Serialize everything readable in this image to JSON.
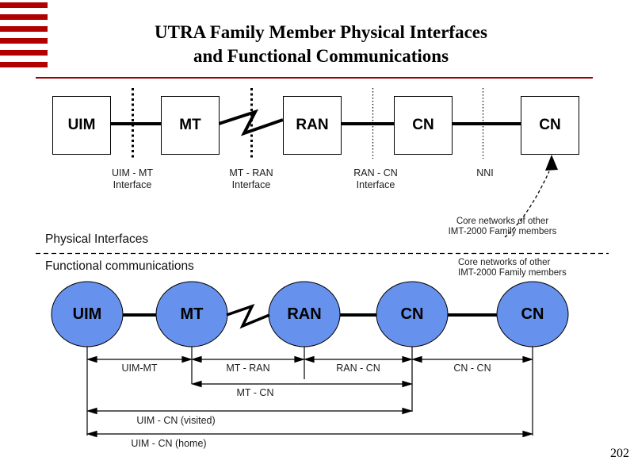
{
  "title": {
    "line1": "UTRA Family Member Physical Interfaces",
    "line2": "and Functional Communications"
  },
  "page_number": "202",
  "colors": {
    "stripe_red": "#b00000",
    "rule_red": "#990000",
    "node_blue": "#6691ec"
  },
  "top_row": {
    "nodes": [
      {
        "label": "UIM"
      },
      {
        "label": "MT"
      },
      {
        "label": "RAN"
      },
      {
        "label": "CN"
      },
      {
        "label": "CN"
      }
    ],
    "interfaces": [
      {
        "line1": "UIM - MT",
        "line2": "Interface"
      },
      {
        "line1": "MT - RAN",
        "line2": "Interface"
      },
      {
        "line1": "RAN - CN",
        "line2": "Interface"
      },
      {
        "line1": "NNI",
        "line2": ""
      }
    ],
    "annotation": {
      "line1": "Core networks of other",
      "line2": "IMT-2000 Family members"
    }
  },
  "sections": {
    "physical_label": "Physical Interfaces",
    "functional_label": "Functional communications",
    "annotation": {
      "line1": "Core networks of other",
      "line2": "IMT-2000 Family members"
    }
  },
  "bottom_row": {
    "nodes": [
      {
        "label": "UIM"
      },
      {
        "label": "MT"
      },
      {
        "label": "RAN"
      },
      {
        "label": "CN"
      },
      {
        "label": "CN"
      }
    ],
    "spans": [
      {
        "label": "UIM-MT"
      },
      {
        "label": "MT - RAN"
      },
      {
        "label": "RAN - CN"
      },
      {
        "label": "CN - CN"
      },
      {
        "label": "MT - CN"
      },
      {
        "label": "UIM - CN (visited)"
      },
      {
        "label": "UIM - CN (home)"
      }
    ]
  }
}
